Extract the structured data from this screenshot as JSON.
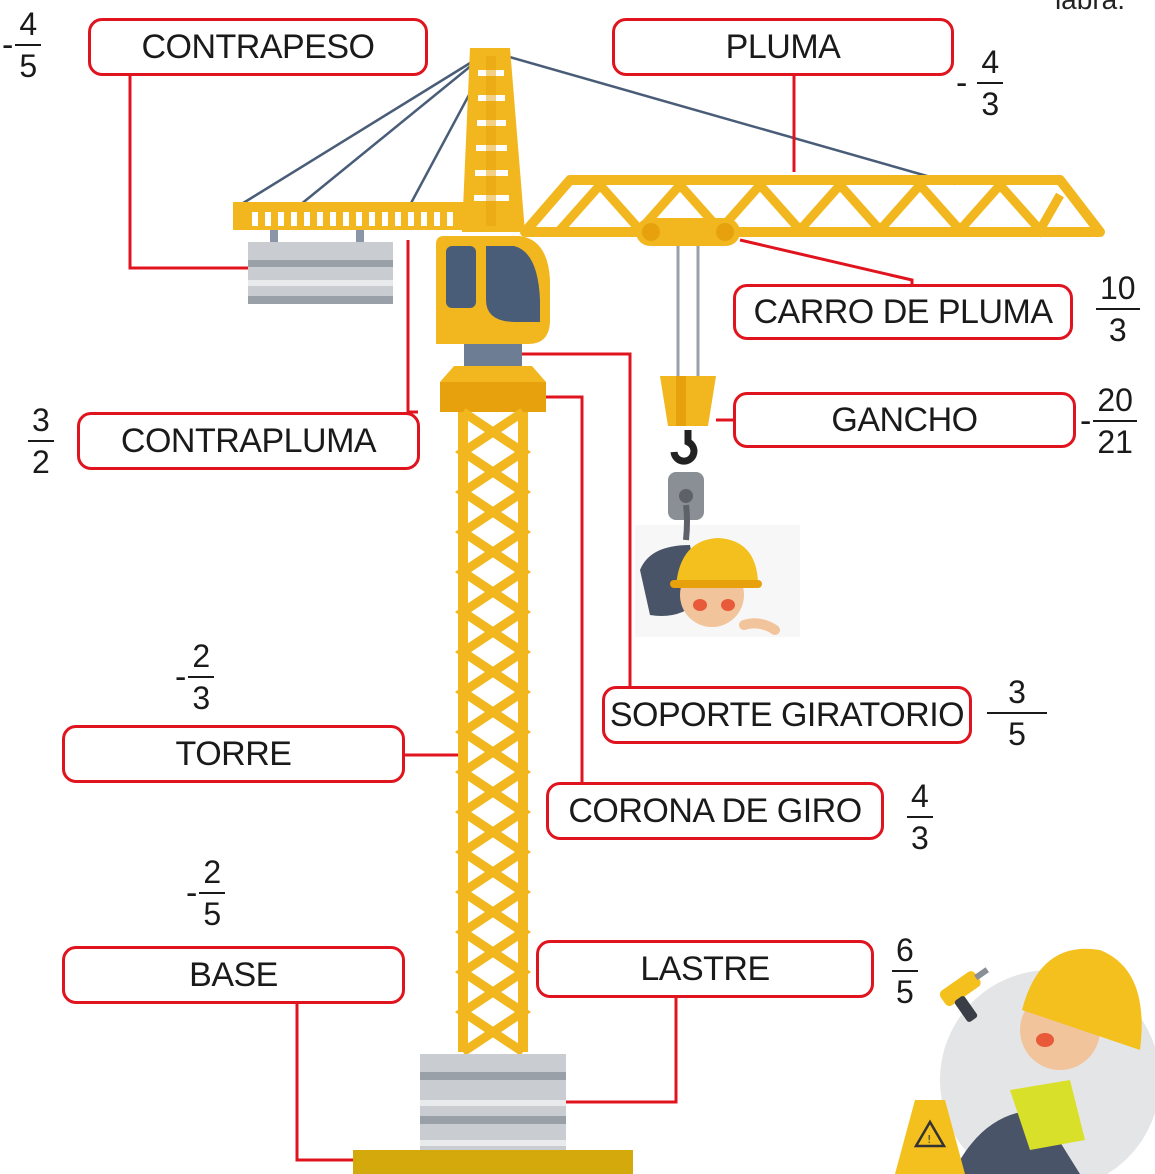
{
  "page": {
    "top_fragment": "labra."
  },
  "parts": [
    {
      "id": "contrapeso",
      "label": "CONTRAPESO",
      "fraction": {
        "sign": "-",
        "num": "4",
        "den": "5"
      }
    },
    {
      "id": "pluma",
      "label": "PLUMA",
      "fraction": {
        "sign": "-",
        "num": "4",
        "den": "3"
      }
    },
    {
      "id": "carro",
      "label": "CARRO DE PLUMA",
      "fraction": {
        "sign": "",
        "num": "10",
        "den": "3"
      }
    },
    {
      "id": "contrapluma",
      "label": "CONTRAPLUMA",
      "fraction": {
        "sign": "",
        "num": "3",
        "den": "2"
      }
    },
    {
      "id": "gancho",
      "label": "GANCHO",
      "fraction": {
        "sign": "-",
        "num": "20",
        "den": "21"
      }
    },
    {
      "id": "soporte",
      "label": "SOPORTE GIRATORIO",
      "fraction": {
        "sign": "",
        "num": "3",
        "den": "5"
      }
    },
    {
      "id": "torre",
      "label": "TORRE",
      "fraction": {
        "sign": "-",
        "num": "2",
        "den": "3"
      }
    },
    {
      "id": "corona",
      "label": "CORONA DE GIRO",
      "fraction": {
        "sign": "",
        "num": "4",
        "den": "3"
      }
    },
    {
      "id": "base",
      "label": "BASE",
      "fraction": {
        "sign": "-",
        "num": "2",
        "den": "5"
      }
    },
    {
      "id": "lastre",
      "label": "LASTRE",
      "fraction": {
        "sign": "",
        "num": "6",
        "den": "5"
      }
    }
  ],
  "colors": {
    "label_border": "#e0141e",
    "leader_line": "#e0141e",
    "crane_yellow": "#f2b71f",
    "crane_dark": "#e6a10c",
    "cabin_glass": "#4a5d78"
  },
  "icons": [
    "warning-sign-icon",
    "drill-icon"
  ]
}
